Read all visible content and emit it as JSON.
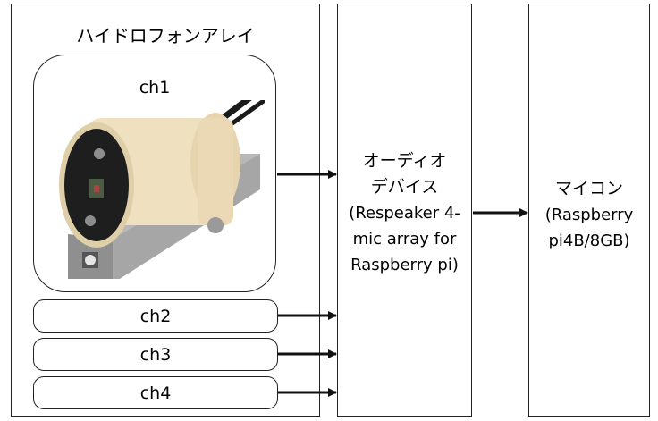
{
  "array": {
    "title": "ハイドロフォンアレイ",
    "channels": [
      "ch1",
      "ch2",
      "ch3",
      "ch4"
    ]
  },
  "audio_device": {
    "line1": "オーディオ",
    "line2": "デバイス",
    "line3": "(Respeaker 4-",
    "line4": "mic array for",
    "line5": "Raspberry pi)"
  },
  "mcu": {
    "line1": "マイコン",
    "line2": "(Raspberry",
    "line3": "pi4B/8GB)"
  },
  "photo": {
    "description_icon": "hydrophone-photo"
  },
  "colors": {
    "line": "#111111",
    "housing": "#efe0bf",
    "rail": "#9a9a9a"
  }
}
